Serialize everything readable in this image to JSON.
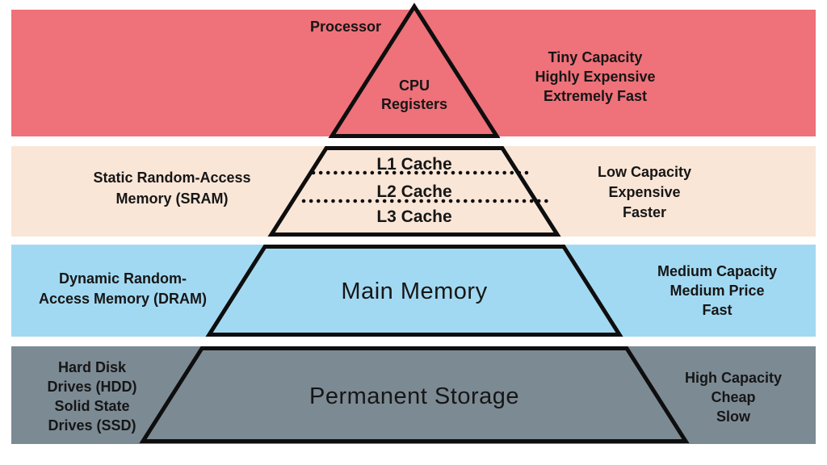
{
  "colors": {
    "band1": "#EF7179",
    "band2": "#FAE6D7",
    "band3": "#A2D9F2",
    "band4": "#7C8A94",
    "outline": "#0e0e0e"
  },
  "bands": [
    {
      "name": "processor",
      "corner_label": "Processor",
      "pyramid_label_lines": [
        "CPU",
        "Registers"
      ],
      "right_note_lines": [
        "Tiny Capacity",
        "Highly Expensive",
        "Extremely Fast"
      ]
    },
    {
      "name": "sram",
      "left_label_lines": [
        "Static Random-Access",
        "Memory (SRAM)"
      ],
      "pyramid_levels": [
        "L1 Cache",
        "L2 Cache",
        "L3 Cache"
      ],
      "right_note_lines": [
        "Low Capacity",
        "Expensive",
        "Faster"
      ]
    },
    {
      "name": "dram",
      "left_label_lines": [
        "Dynamic Random-",
        "Access Memory (DRAM)"
      ],
      "pyramid_label": "Main Memory",
      "right_note_lines": [
        "Medium Capacity",
        "Medium Price",
        "Fast"
      ]
    },
    {
      "name": "permanent-storage",
      "left_label_lines": [
        "Hard Disk",
        "Drives (HDD)",
        "Solid State",
        "Drives (SSD)"
      ],
      "pyramid_label": "Permanent Storage",
      "right_note_lines": [
        "High Capacity",
        "Cheap",
        "Slow"
      ]
    }
  ]
}
